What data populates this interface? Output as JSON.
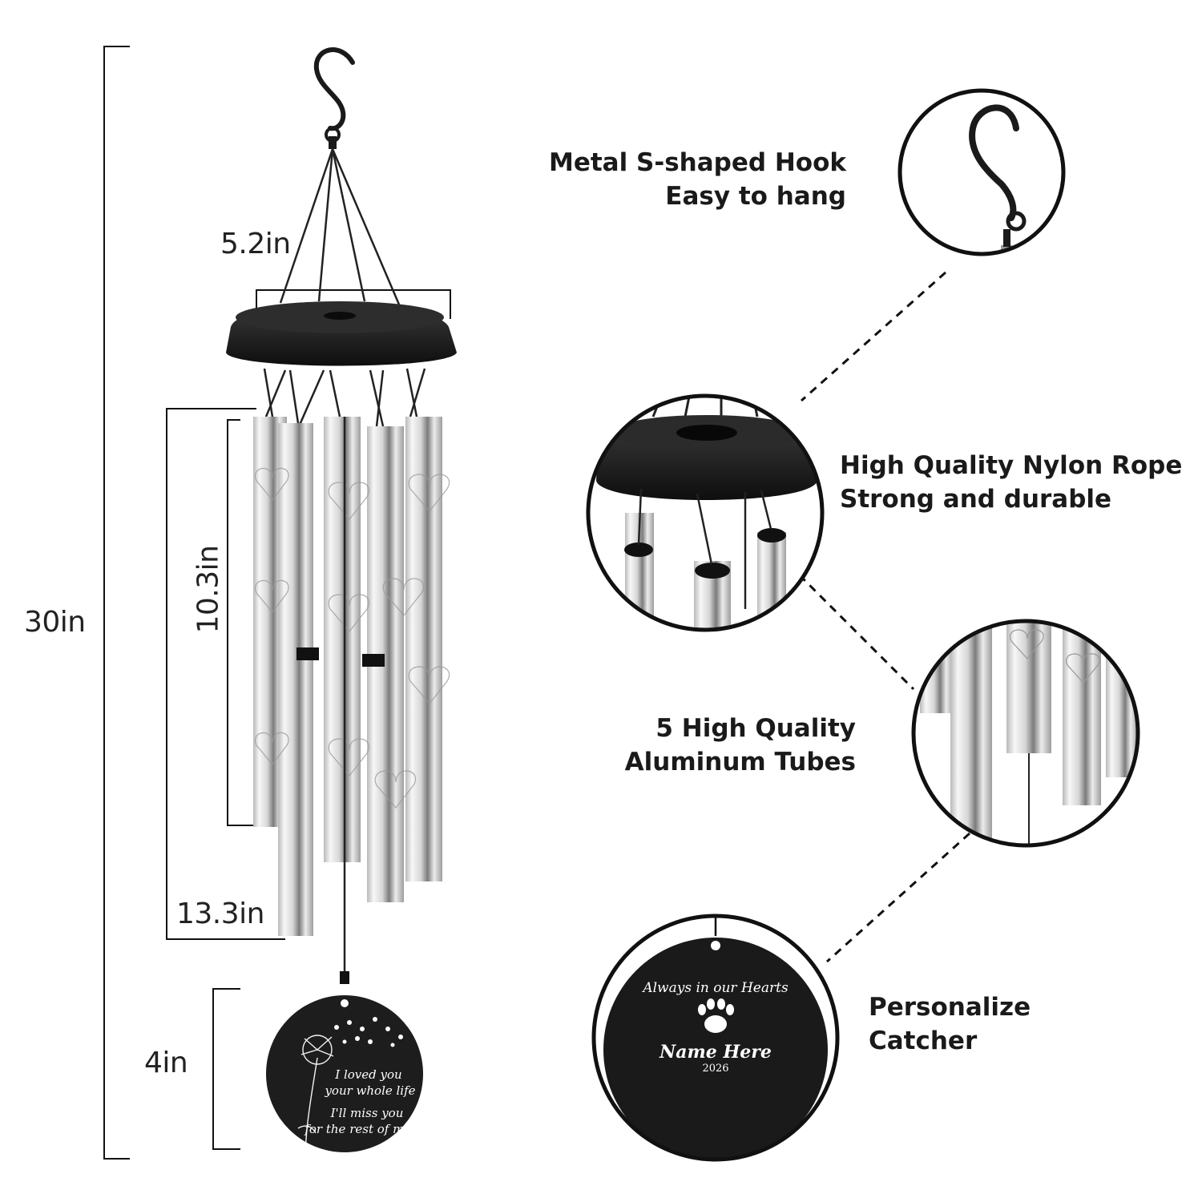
{
  "dimensions": {
    "total_height": "30in",
    "top_width": "5.2in",
    "short_tube": "10.3in",
    "long_tube": "13.3in",
    "catcher": "4in"
  },
  "features": {
    "hook": {
      "line1": "Metal S-shaped Hook",
      "line2": "Easy to hang"
    },
    "rope": {
      "line1": "High Quality Nylon Rope",
      "line2": "Strong and durable"
    },
    "tubes": {
      "line1": "5 High Quality",
      "line2": "Aluminum Tubes"
    },
    "catcher": {
      "line1": "Personalize",
      "line2": "Catcher"
    }
  },
  "main_catcher": {
    "line1": "I loved you",
    "line2": "your whole life",
    "line3": "I'll miss you",
    "line4": "for the rest of mine"
  },
  "zoom_catcher": {
    "top": "Always in our Hearts",
    "name": "Name Here",
    "year": "2026"
  },
  "colors": {
    "metal_dark": "#1c1c1c",
    "tube_light": "#f2f2f2",
    "tube_dark": "#8a8a8a",
    "text": "#1a1a1a"
  }
}
